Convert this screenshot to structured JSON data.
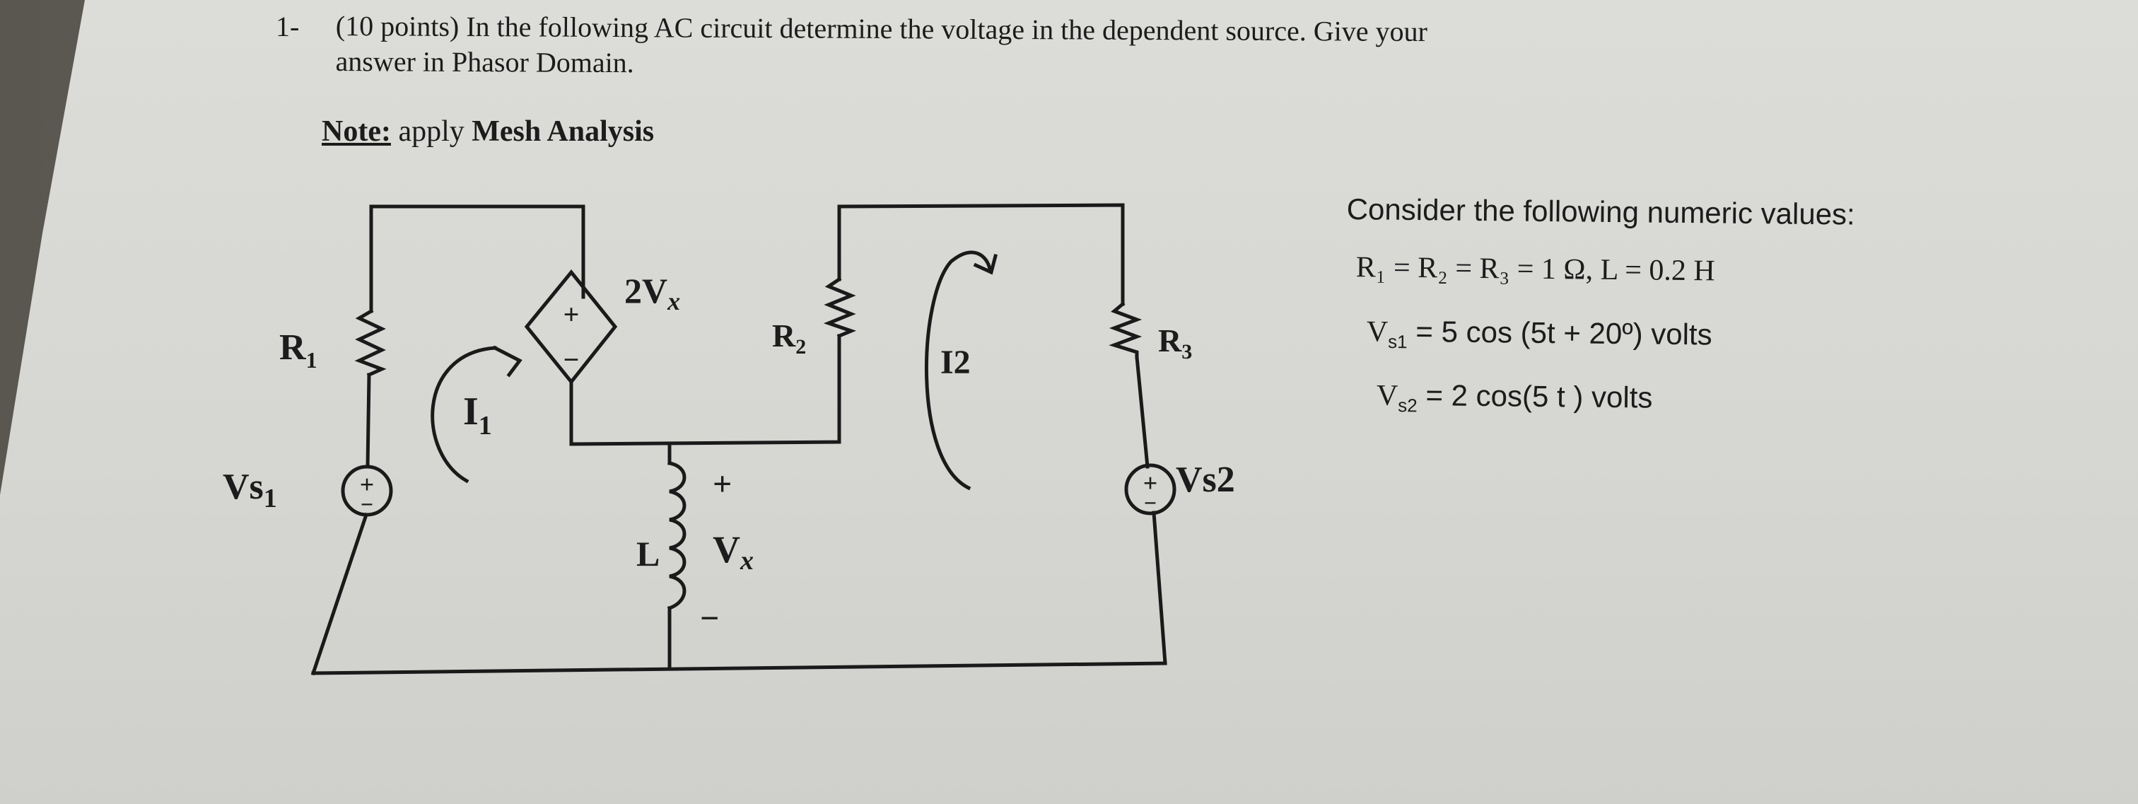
{
  "problem": {
    "number": "1-",
    "question_line1": "(10 points) In the following AC circuit determine the voltage in the dependent source. Give your",
    "question_line2": "answer in Phasor Domain.",
    "note_label": "Note:",
    "note_text_plain": "apply",
    "note_text_bold": "Mesh Analysis"
  },
  "circuit": {
    "r1_label": "R",
    "r1_sub": "1",
    "r2_label": "R",
    "r2_sub": "2",
    "r3_label": "R",
    "r3_sub": "3",
    "vs1_label": "Vs",
    "vs1_sub": "1",
    "vs2_label": "Vs2",
    "dep_source_label": "2V",
    "dep_source_sub": "x",
    "dep_plus": "+",
    "dep_minus": "−",
    "mesh1_label": "I",
    "mesh1_sub": "1",
    "mesh2_label": "I2",
    "inductor_label": "L",
    "vx_label": "V",
    "vx_sub": "x",
    "vx_plus": "+",
    "vx_minus": "−",
    "src_plus": "+",
    "src_minus": "−"
  },
  "values": {
    "heading": "Consider the following numeric values:",
    "r_equal": "R",
    "line_resistors": "R₁ = R₂ = R₃ = 1 Ω,  L = 0.2 H",
    "vs1_prefix": "V",
    "vs1_sub": "s1",
    "vs1_expr": " = 5 cos (5t + 20º) volts",
    "vs2_prefix": "V",
    "vs2_sub": "s2",
    "vs2_expr": " = 2 cos(5 t ) volts"
  }
}
